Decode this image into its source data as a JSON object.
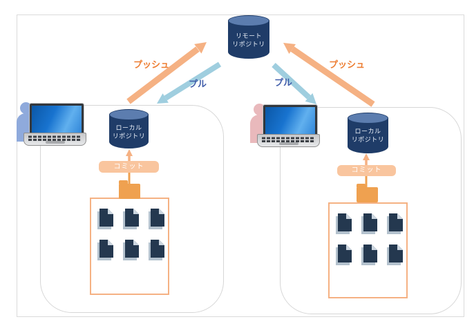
{
  "diagram": {
    "type": "git-workflow",
    "remote_repository": {
      "label_line1": "リモート",
      "label_line2": "リポジトリ"
    },
    "flows": {
      "left": {
        "push_label": "プッシュ",
        "pull_label": "プル"
      },
      "right": {
        "push_label": "プッシュ",
        "pull_label": "プル"
      }
    },
    "workspaces": {
      "left": {
        "local_repository": {
          "label_line1": "ローカル",
          "label_line2": "リポジトリ"
        },
        "commit_label": "コミット",
        "document_count": 6
      },
      "right": {
        "local_repository": {
          "label_line1": "ローカル",
          "label_line2": "リポジトリ"
        },
        "commit_label": "コミット",
        "document_count": 6
      }
    },
    "colors": {
      "push_arrow": "#F5B183",
      "pull_arrow": "#9FCEDF",
      "push_label_text": "#ED7D31",
      "pull_label_text": "#3E5BA9",
      "commit_box_fill": "#F9C59E",
      "commit_text": "#FFFFFF",
      "folder_fill": "#EFA150",
      "document_box_border": "#F5B183",
      "repository_body": "#1F3C68",
      "repository_top": "#5C7DAF",
      "repository_label_text": "#E9EFF8",
      "document_fill": "#24384F",
      "document_shadow": "#B3C1CD",
      "left_user": "#8FAADC",
      "right_user": "#E9B9BC",
      "workspace_border": "#D6D6D6",
      "outer_border": "#DADADA"
    }
  }
}
